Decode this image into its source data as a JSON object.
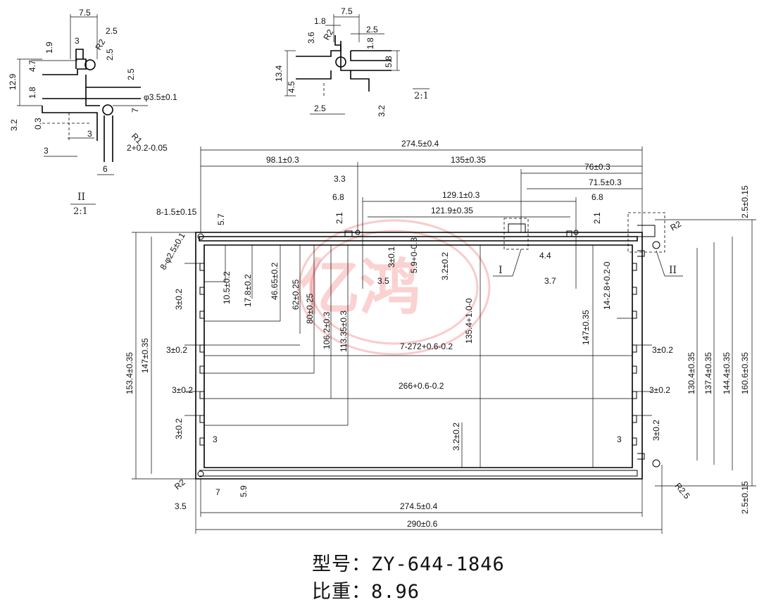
{
  "caption": {
    "model_label": "型号：",
    "model_value": "ZY-644-1846",
    "ratio_label": "比重：",
    "ratio_value": "8.96"
  },
  "watermark": {
    "text": "亿鸿",
    "color": "#ef6b6b"
  },
  "views": {
    "main": {
      "dims_top": [
        "274.5±0.4",
        "98.1±0.3",
        "135±0.35",
        "76±0.3",
        "71.5±0.3",
        "129.1±0.3",
        "121.9±0.35",
        "3.3",
        "6.8",
        "6.8",
        "2.1",
        "2.1",
        "8-1.5±0.15",
        "5.7",
        "2.5±0.15",
        "R2"
      ],
      "dims_inner": [
        "8-φ2.5±0.1",
        "10.5±0.2",
        "17.8±0.2",
        "46.65±0.2",
        "62±0.25",
        "80±0.25",
        "106.2±0.3",
        "113.35±0.3",
        "3±0.1",
        "5.9+0-0.3",
        "3.2±0.2",
        "3.5",
        "4.4",
        "3.7",
        "14-2.8+0.2-0",
        "135.4+1.0-0",
        "147±0.35",
        "7-272+0.6-0.2",
        "266+0.6-0.2",
        "3.2±0.2"
      ],
      "dims_left": [
        "153.4±0.35",
        "147±0.35",
        "3±0.2",
        "3±0.2",
        "3±0.2",
        "3±0.2",
        "3"
      ],
      "dims_right": [
        "3±0.2",
        "3±0.2",
        "3±0.2",
        "3",
        "130.4±0.35",
        "137.4±0.35",
        "144.4±0.35",
        "160.6±0.35",
        "R2.5",
        "2.5±0.15"
      ],
      "dims_bottom": [
        "R2",
        "7",
        "5.9",
        "3.5",
        "274.5±0.4",
        "290±0.6"
      ],
      "markers": [
        "I",
        "II"
      ]
    },
    "detail_2": {
      "label": "II",
      "scale": "2:1",
      "dims": [
        "7.5",
        "3",
        "2.5",
        "R2",
        "1.9",
        "4.7",
        "12.9",
        "1.8",
        "2.5",
        "2.5",
        "φ3.5±0.1",
        "7",
        "3.2",
        "0.3",
        "3",
        "R1",
        "3",
        "2+0.2-0.05",
        "6"
      ]
    },
    "detail_1": {
      "scale": "2:1",
      "dims": [
        "1.8",
        "7.5",
        "3.6",
        "R2",
        "2.5",
        "1.8",
        "5.8",
        "13.4",
        "4.5",
        "2.5",
        "3.2"
      ]
    }
  }
}
